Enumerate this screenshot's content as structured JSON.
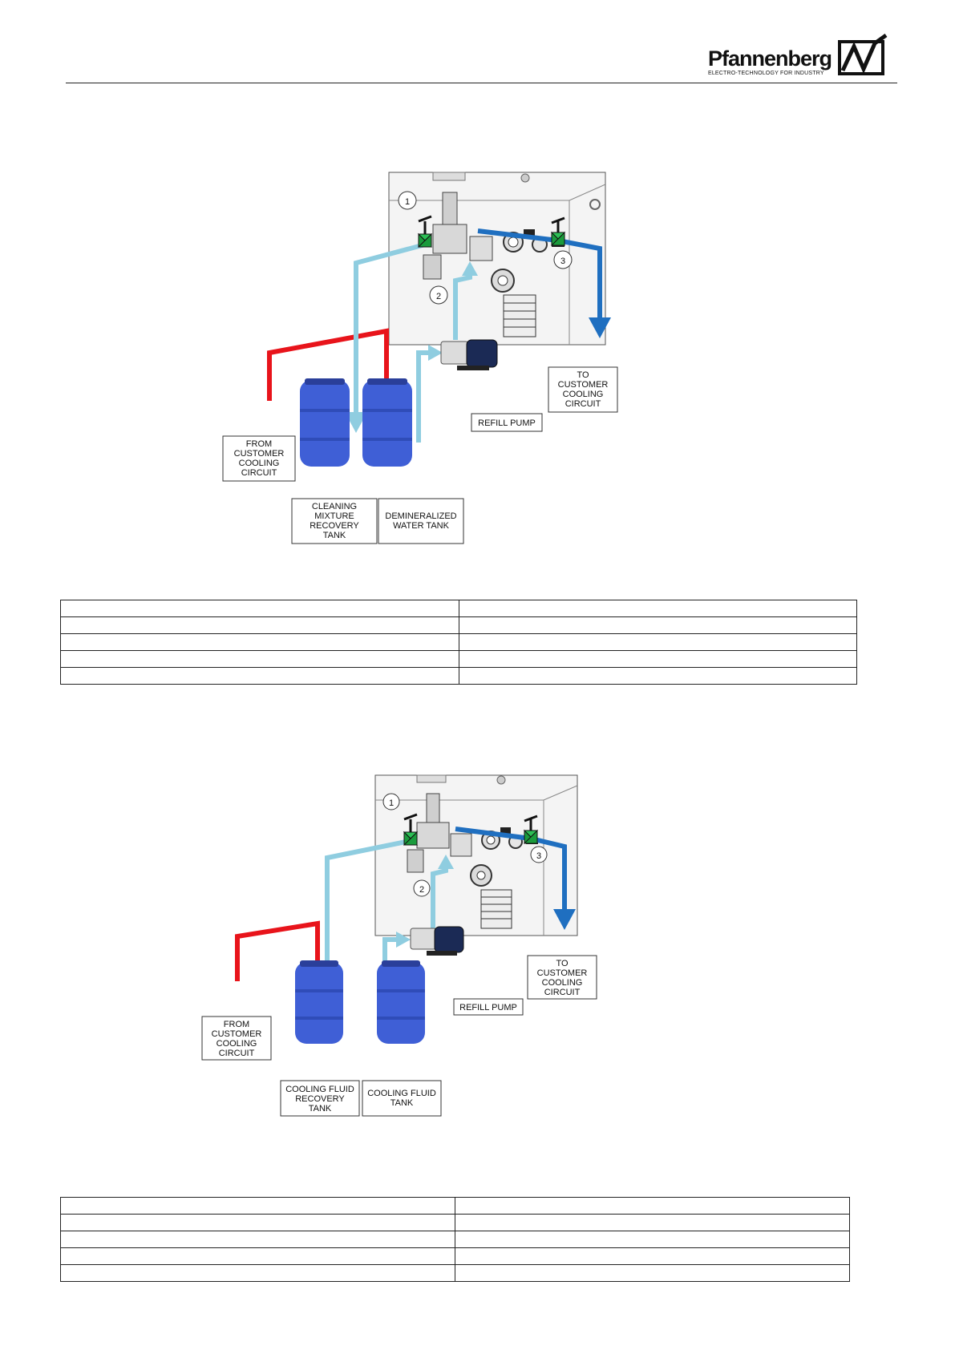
{
  "header": {
    "brand_name": "Pfannenberg",
    "brand_tagline": "ELECTRO-TECHNOLOGY FOR INDUSTRY"
  },
  "diagram1": {
    "callouts": [
      "1",
      "2",
      "3"
    ],
    "to_circuit": [
      "TO",
      "CUSTOMER",
      "COOLING",
      "CIRCUIT"
    ],
    "refill_pump": "REFILL PUMP",
    "from_circuit": [
      "FROM",
      "CUSTOMER",
      "COOLING",
      "CIRCUIT"
    ],
    "left_tank": [
      "CLEANING",
      "MIXTURE",
      "RECOVERY",
      "TANK"
    ],
    "right_tank": [
      "DEMINERALIZED",
      "WATER TANK"
    ]
  },
  "diagram2": {
    "callouts": [
      "1",
      "2",
      "3"
    ],
    "to_circuit": [
      "TO",
      "CUSTOMER",
      "COOLING",
      "CIRCUIT"
    ],
    "refill_pump": "REFILL PUMP",
    "from_circuit": [
      "FROM",
      "CUSTOMER",
      "COOLING",
      "CIRCUIT"
    ],
    "left_tank": [
      "COOLING FLUID",
      "RECOVERY",
      "TANK"
    ],
    "right_tank": [
      "COOLING FLUID",
      "TANK"
    ]
  },
  "colors": {
    "hot_line": "#e8141b",
    "return_line": "#8fcde0",
    "supply_line": "#1f6fc0",
    "tank": "#3f5fd6",
    "valve": "#1a9b3c"
  },
  "table1": {
    "rows": 5,
    "cols": 2
  },
  "table2": {
    "rows": 5,
    "cols": 2
  }
}
